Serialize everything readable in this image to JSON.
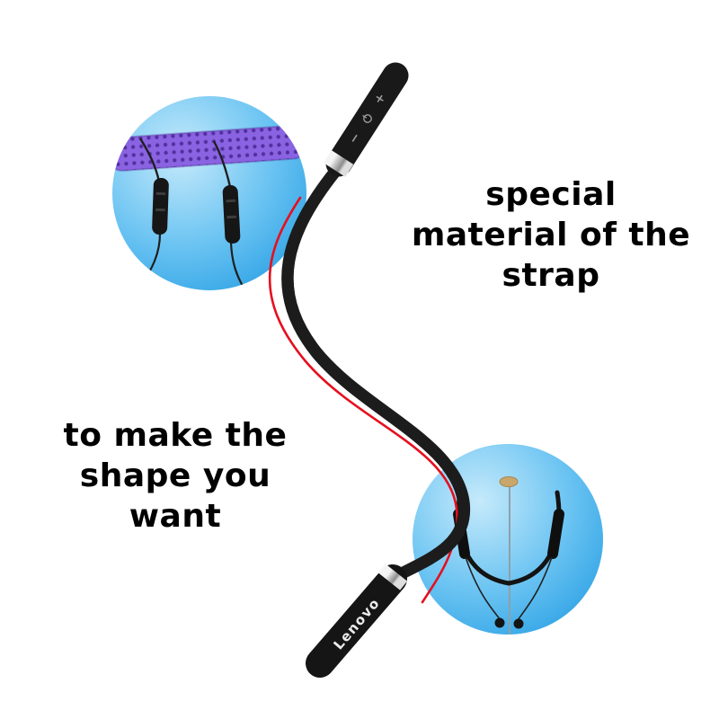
{
  "captions": {
    "right": {
      "lines": [
        "special",
        "material of the",
        "strap"
      ]
    },
    "left": {
      "lines": [
        "to make the",
        "shape you",
        "want"
      ]
    }
  },
  "product": {
    "brand_label": "Lenovo"
  },
  "icons": {
    "volume_up_glyph": "+",
    "volume_down_glyph": "−"
  },
  "colors": {
    "background": "#ffffff",
    "strap_black": "#1c1c1c",
    "accent_red_line": "#e60f1e",
    "inset_blue": "#2aa0e4",
    "bar_purple": "#8a63e2",
    "gold_connector": "#c9a66b",
    "chrome_silver": "#bfbfbf"
  }
}
